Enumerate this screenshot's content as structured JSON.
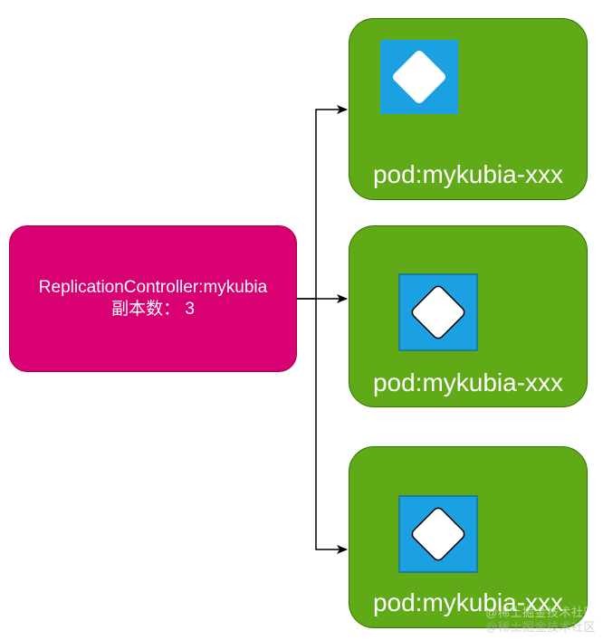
{
  "controller": {
    "line1": "ReplicationController:mykubia",
    "line2": "副本数： 3",
    "fill": "#d80073"
  },
  "pods": [
    {
      "label": "pod:mykubia-xxx"
    },
    {
      "label": "pod:mykubia-xxx"
    },
    {
      "label": "pod:mykubia-xxx"
    }
  ],
  "colors": {
    "pod_fill": "#60a917",
    "pod_border": "#2d7600",
    "icon_blue": "#1ba1e2",
    "connector": "#000000"
  },
  "watermark": {
    "line1": "@稀土掘金技术社区",
    "line2": "@稀土掘金技术社区"
  }
}
